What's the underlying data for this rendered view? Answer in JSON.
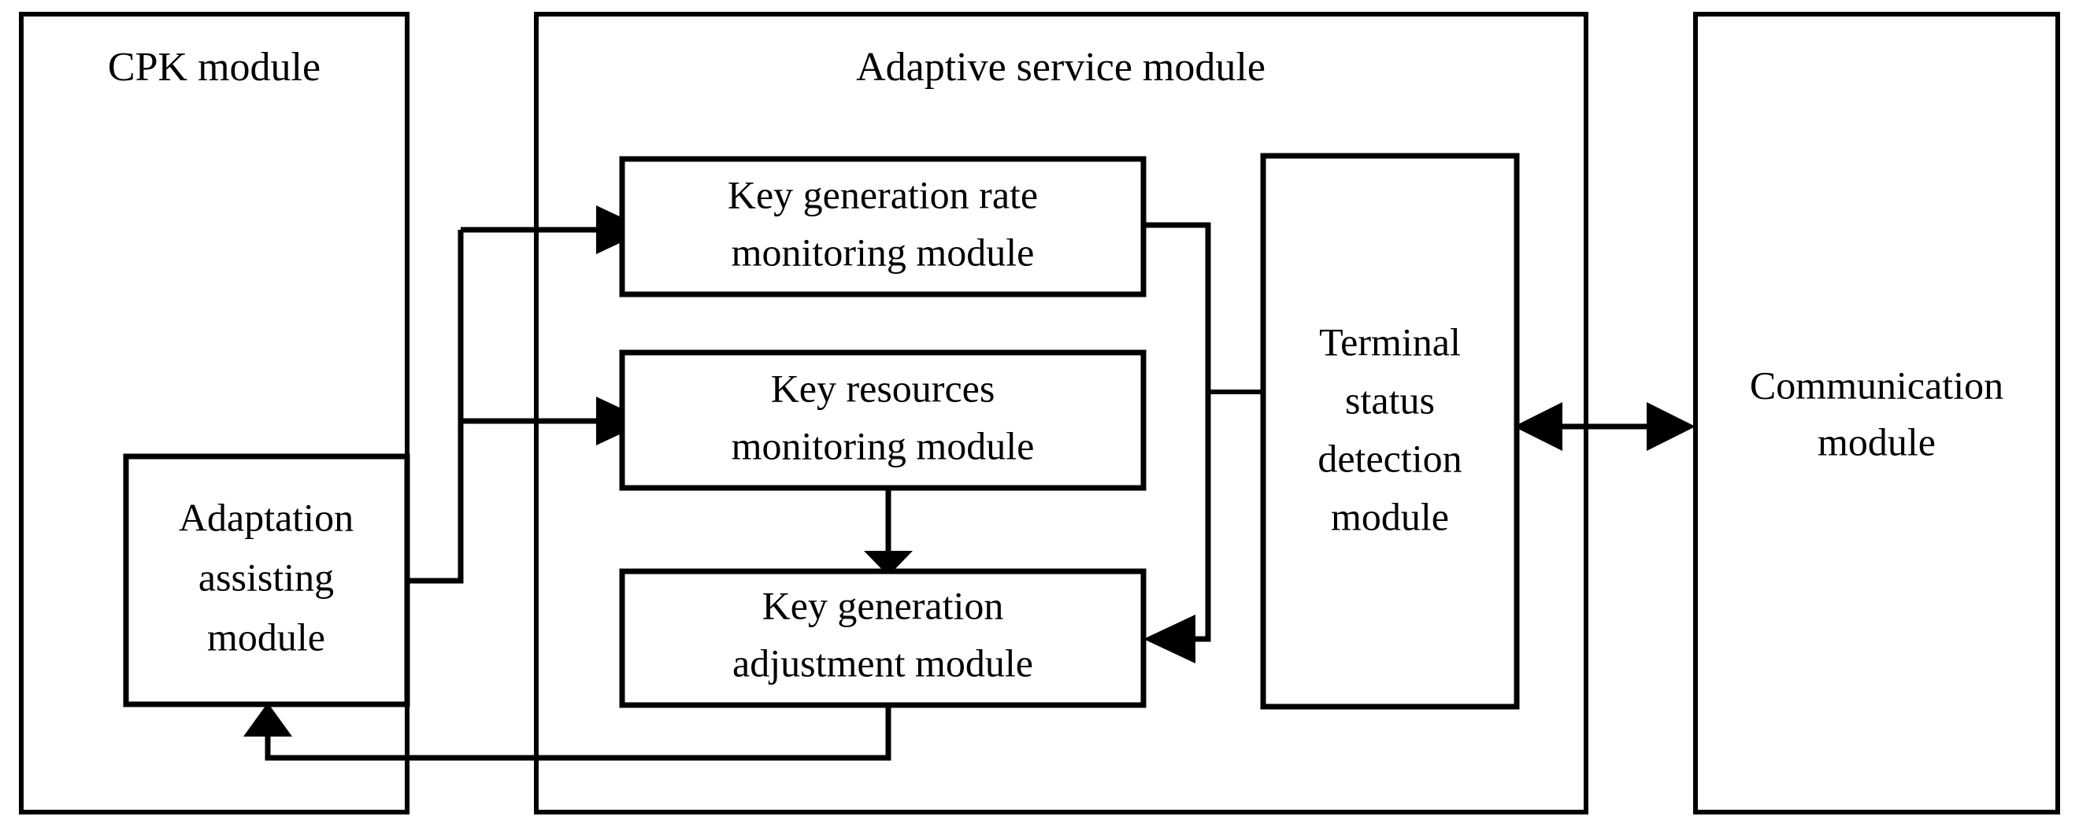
{
  "diagram": {
    "title_shown": false,
    "background_color": "#ffffff",
    "line_color": "#000000",
    "containers": [
      {
        "id": "cpk-module",
        "label": "CPK module",
        "label_lines": [
          "CPK module"
        ]
      },
      {
        "id": "adaptive-service-module",
        "label": "Adaptive service module",
        "label_lines": [
          "Adaptive service module"
        ]
      },
      {
        "id": "communication-module",
        "label": "Communication module",
        "label_lines": [
          "Communication",
          "module"
        ]
      }
    ],
    "blocks": [
      {
        "id": "adaptation-assisting-module",
        "label": "Adaptation assisting module",
        "label_lines": [
          "Adaptation",
          "assisting",
          "module"
        ],
        "parent": "cpk-module"
      },
      {
        "id": "key-generation-rate-monitoring-module",
        "label": "Key generation rate monitoring module",
        "label_lines": [
          "Key generation rate",
          "monitoring module"
        ],
        "parent": "adaptive-service-module"
      },
      {
        "id": "key-resources-monitoring-module",
        "label": "Key resources monitoring module",
        "label_lines": [
          "Key resources",
          "monitoring module"
        ],
        "parent": "adaptive-service-module"
      },
      {
        "id": "key-generation-adjustment-module",
        "label": "Key generation adjustment module",
        "label_lines": [
          "Key generation",
          "adjustment module"
        ],
        "parent": "adaptive-service-module"
      },
      {
        "id": "terminal-status-detection-module",
        "label": "Terminal status detection module",
        "label_lines": [
          "Terminal",
          "status",
          "detection",
          "module"
        ],
        "parent": "adaptive-service-module"
      }
    ],
    "connections": [
      {
        "id": "adaptation-to-key-generation-rate",
        "from": "adaptation-assisting-module",
        "to": "key-generation-rate-monitoring-module",
        "direction": "one-way"
      },
      {
        "id": "adaptation-to-key-resources",
        "from": "adaptation-assisting-module",
        "to": "key-resources-monitoring-module",
        "direction": "one-way"
      },
      {
        "id": "key-resources-to-key-generation-adjustment",
        "from": "key-resources-monitoring-module",
        "to": "key-generation-adjustment-module",
        "direction": "one-way"
      },
      {
        "id": "key-generation-rate-to-key-generation-adjustment",
        "from": "key-generation-rate-monitoring-module",
        "to": "key-generation-adjustment-module",
        "direction": "one-way"
      },
      {
        "id": "terminal-status-tap",
        "from": "key-generation-rate-monitoring-module",
        "to": "terminal-status-detection-module",
        "direction": "plain-link"
      },
      {
        "id": "terminal-status-to-communication",
        "from": "terminal-status-detection-module",
        "to": "communication-module",
        "direction": "two-way"
      },
      {
        "id": "key-generation-adjustment-to-adaptation",
        "from": "key-generation-adjustment-module",
        "to": "adaptation-assisting-module",
        "direction": "one-way"
      }
    ]
  }
}
